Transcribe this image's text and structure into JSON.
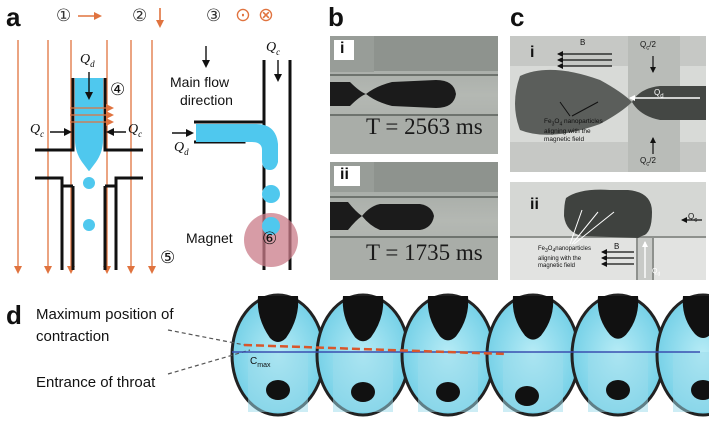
{
  "panel_a": {
    "letter": "a",
    "legend": {
      "n1": "①",
      "n2": "②",
      "n3": "③",
      "sym3a": "⊙",
      "sym3b": "⊗"
    },
    "labels": {
      "qd_top": "Q",
      "qd_top_sub": "d",
      "qc_left": "Q",
      "qc_left_sub": "c",
      "qc_right": "Q",
      "qc_right_sub": "c",
      "n4": "④",
      "n5": "⑤",
      "qc_right_channel": "Q",
      "qc_right_channel_sub": "c",
      "main_flow_1": "Main flow",
      "main_flow_2": "direction",
      "qd_side": "Q",
      "qd_side_sub": "d",
      "magnet": "Magnet",
      "n6": "⑥"
    },
    "colors": {
      "arrow": "#e0733f",
      "fluid": "#4fc8ee",
      "magnet": "#c97b88"
    }
  },
  "panel_b": {
    "letter": "b",
    "i_label": "i",
    "ii_label": "ii",
    "i_time": "T = 2563 ms",
    "ii_time": "T = 1735 ms"
  },
  "panel_c": {
    "letter": "c",
    "i_label": "i",
    "ii_label": "ii",
    "i_B": "B",
    "i_qc_top": "Q",
    "i_qc_top_sub": "c",
    "i_qc_top_tail": "/2",
    "i_qd": "Q",
    "i_qd_sub": "d",
    "i_qc_bottom": "Q",
    "i_qc_bottom_sub": "c",
    "i_qc_bottom_tail": "/2",
    "i_nano_1": "Fe",
    "i_nano_1_sub": "3",
    "i_nano_1_mid": "O",
    "i_nano_1_sub2": "4",
    "i_nano_1_tail": " nanoparticles",
    "i_nano_2": "aligning with the",
    "i_nano_3": "magnetic field",
    "ii_qc": "Q",
    "ii_qc_sub": "c",
    "ii_B": "B",
    "ii_nano_1": "Fe",
    "ii_nano_1_sub": "3",
    "ii_nano_1_mid": "O",
    "ii_nano_1_sub2": "4",
    "ii_nano_1_tail": "nanoparticles",
    "ii_nano_2": "aligning with the",
    "ii_nano_3": "magnetic field",
    "ii_qd": "Q",
    "ii_qd_sub": "d"
  },
  "panel_d": {
    "letter": "d",
    "label_max_1": "Maximum position of",
    "label_max_2": "contraction",
    "label_entrance": "Entrance of throat",
    "cmax": "C",
    "cmax_sub": "max",
    "frames": 6,
    "colors": {
      "fluid": "#7fd6ea",
      "dashed": "#d9562b",
      "line": "#3a4fb0"
    }
  }
}
